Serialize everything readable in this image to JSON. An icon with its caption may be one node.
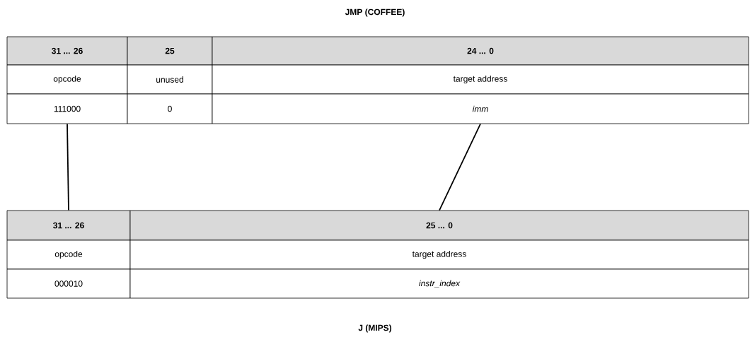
{
  "diagram": {
    "title": "JMP (COFFEE)",
    "caption": "J (MIPS)",
    "nodes": [
      {
        "text": [
          "31 ... 26"
        ]
      },
      {
        "text": [
          "25"
        ]
      },
      {
        "text": [
          "24 ... 0"
        ]
      },
      {
        "text": [
          "opcode"
        ]
      },
      {
        "text": [
          "unused"
        ]
      },
      {
        "text": [
          "target address"
        ]
      },
      {
        "text": [
          "111000"
        ]
      },
      {
        "text": [
          "0"
        ]
      },
      {
        "text": [
          "imm"
        ]
      },
      {
        "text": [
          "31 ... 26"
        ]
      },
      {
        "text": [
          "25 ... 0"
        ]
      },
      {
        "text": [
          "opcode"
        ]
      },
      {
        "text": [
          "target address"
        ]
      },
      {
        "text": [
          "000010"
        ]
      },
      {
        "text": [
          "instr_index"
        ]
      }
    ],
    "edges": [
      {
        "from": 6,
        "to": 9,
        "arrow": "none"
      },
      {
        "from": 8,
        "to": 10,
        "arrow": "none"
      }
    ]
  }
}
